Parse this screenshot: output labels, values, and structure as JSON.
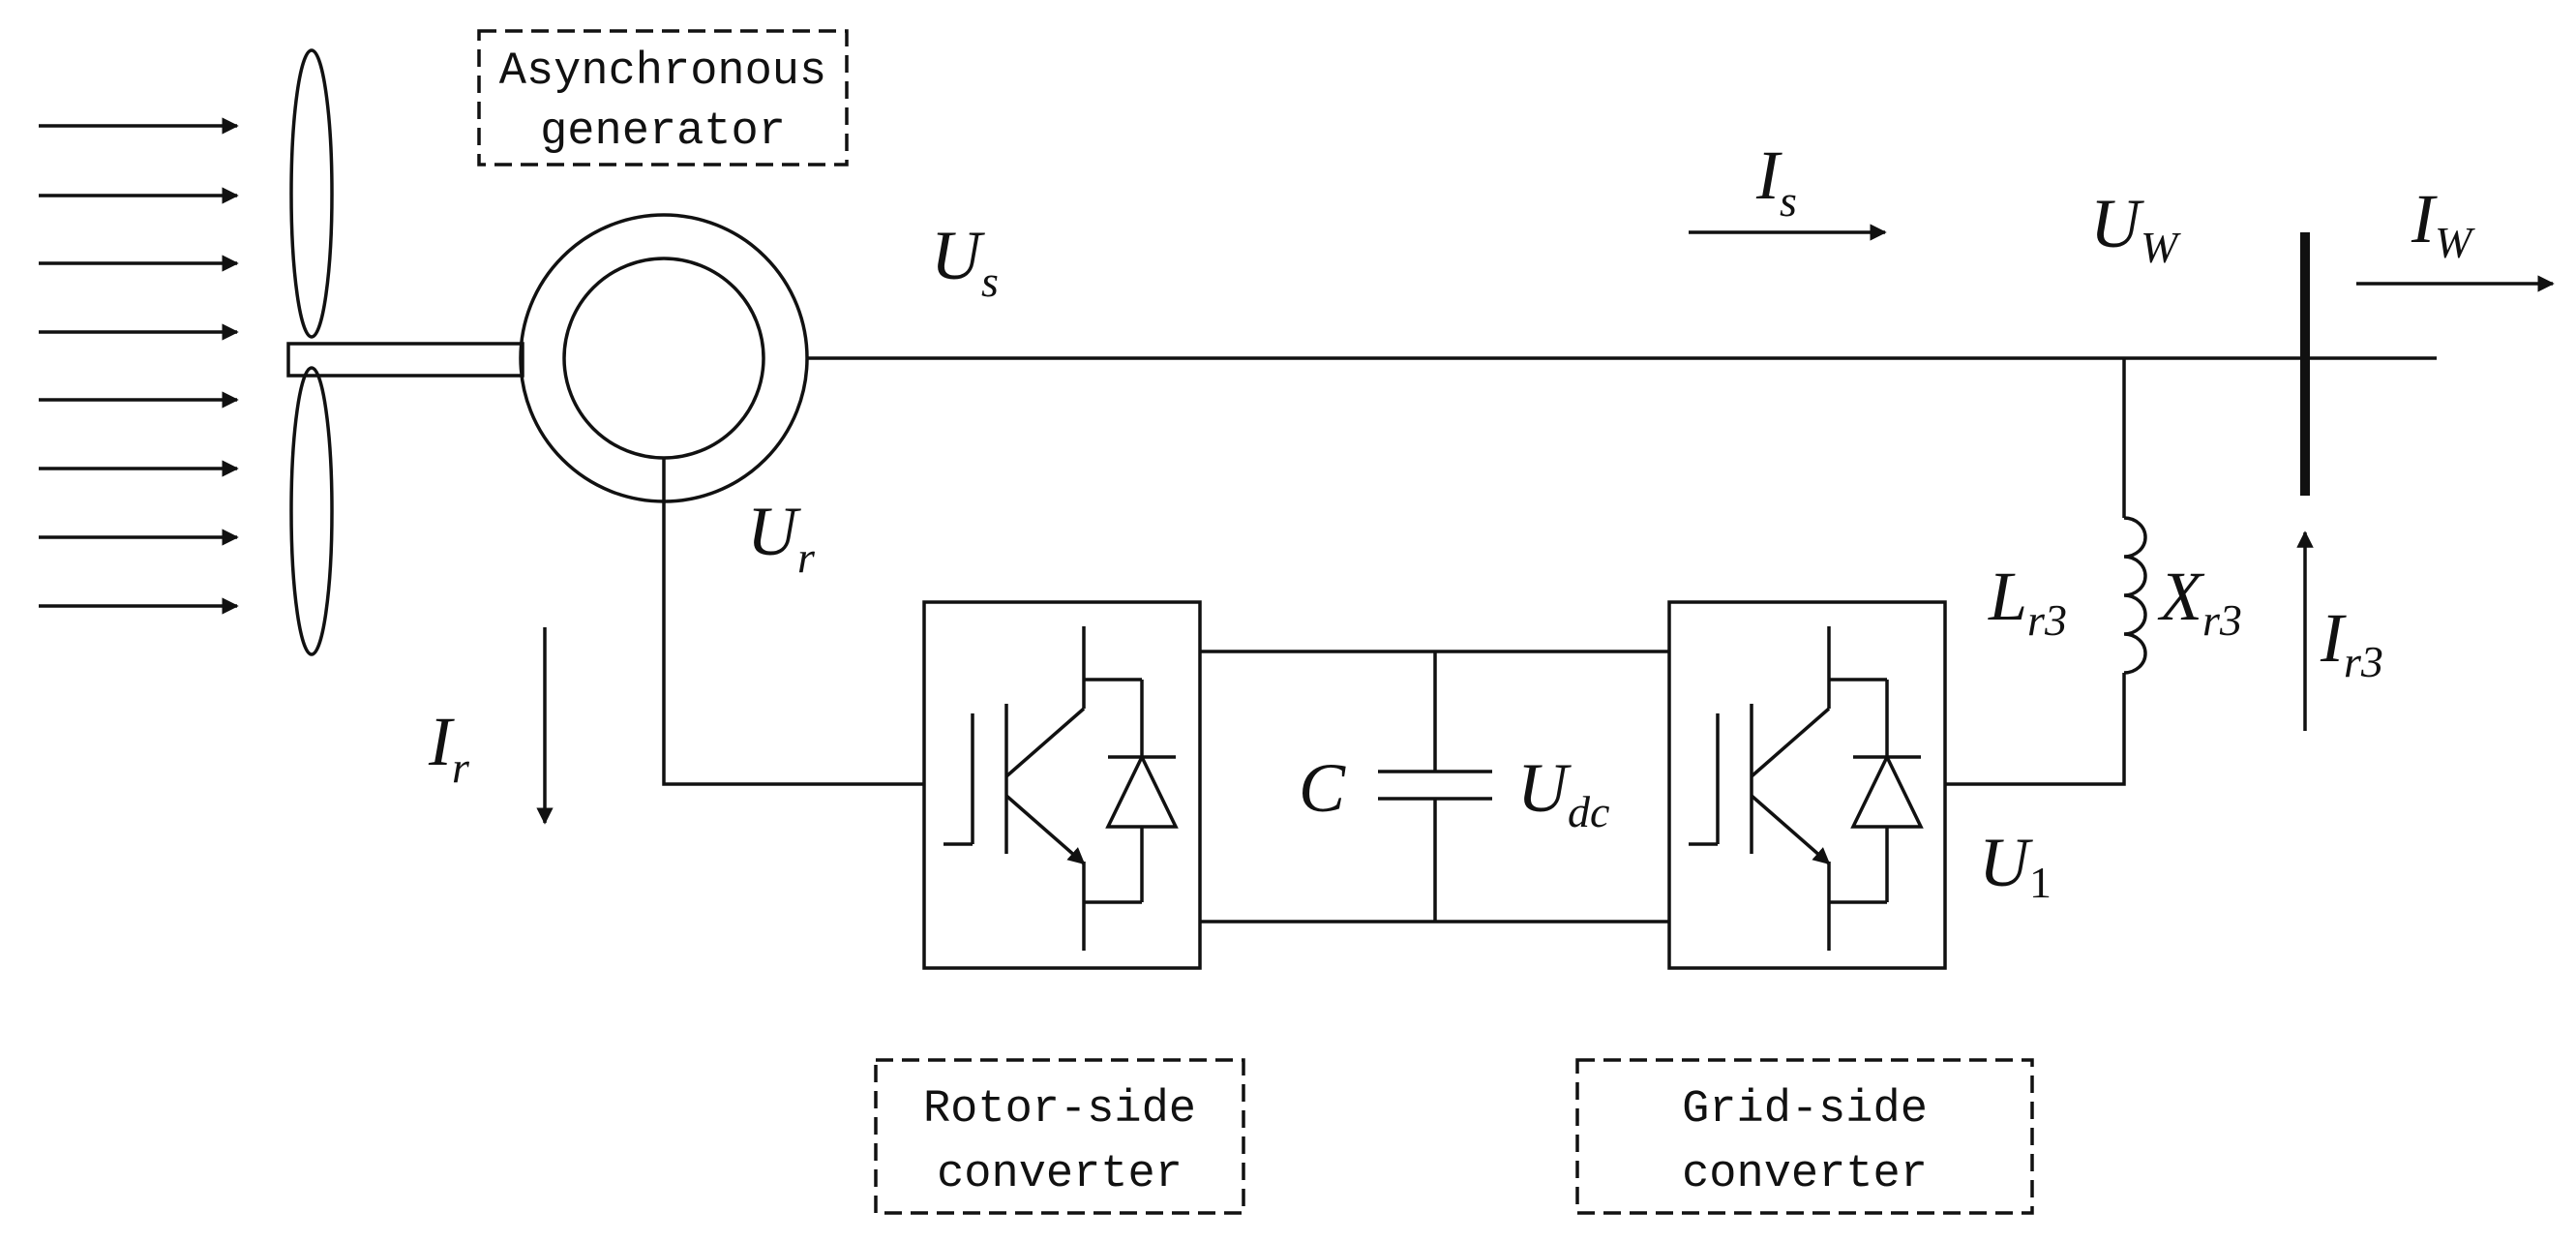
{
  "labels": {
    "generator": [
      "Asynchronous",
      "generator"
    ],
    "rotor_converter": [
      "Rotor-side",
      "converter"
    ],
    "grid_converter": [
      "Grid-side",
      "converter"
    ]
  },
  "symbols": {
    "Us": {
      "base": "U",
      "sub": "s"
    },
    "Is": {
      "base": "I",
      "sub": "s"
    },
    "UW": {
      "base": "U",
      "sub": "W"
    },
    "IW": {
      "base": "I",
      "sub": "W"
    },
    "Ur": {
      "base": "U",
      "sub": "r"
    },
    "Ir": {
      "base": "I",
      "sub": "r"
    },
    "C": {
      "base": "C",
      "sub": ""
    },
    "Udc": {
      "base": "U",
      "sub": "dc"
    },
    "Lr3": {
      "base": "L",
      "sub": "r3"
    },
    "Xr3": {
      "base": "X",
      "sub": "r3"
    },
    "Ir3": {
      "base": "I",
      "sub": "r3"
    },
    "U1": {
      "base": "U",
      "sub": "1"
    }
  }
}
